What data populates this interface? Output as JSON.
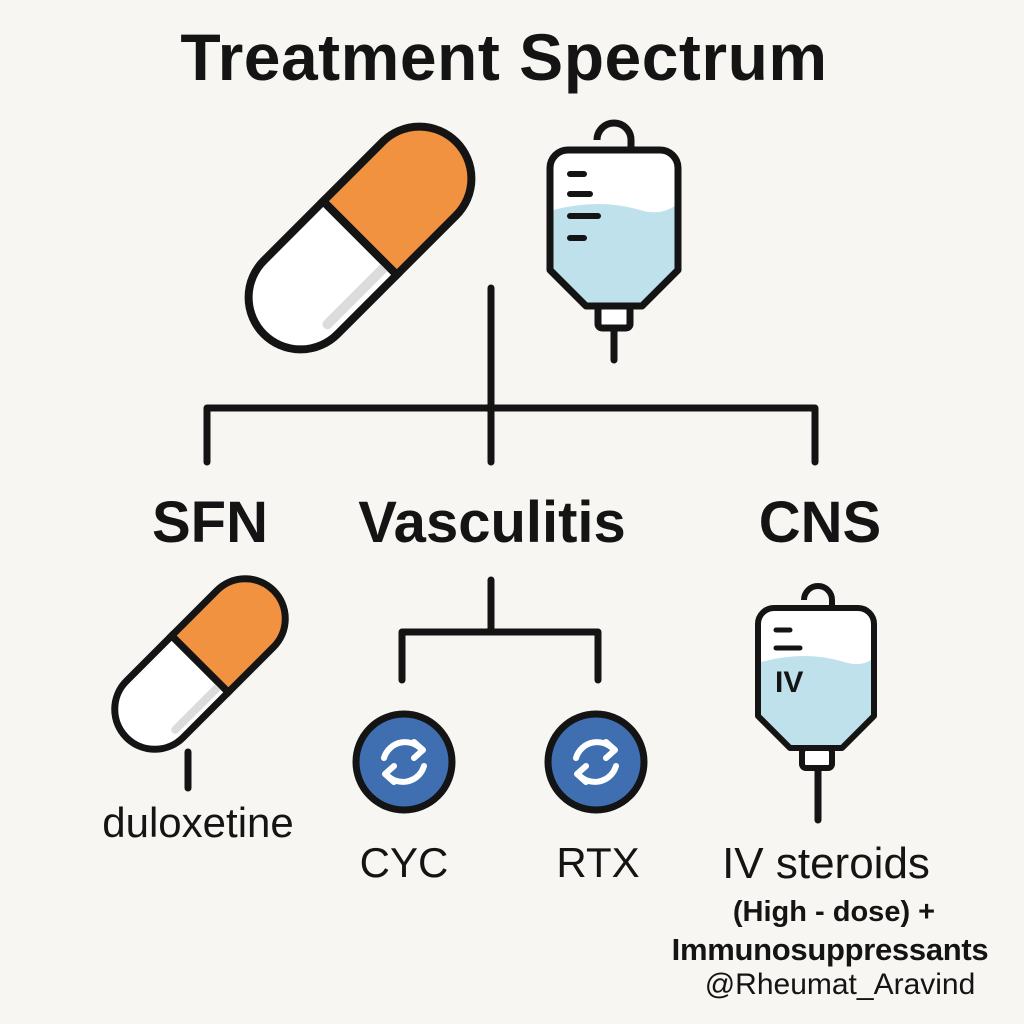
{
  "title": "Treatment Spectrum",
  "branches": {
    "sfn": {
      "label": "SFN",
      "treatment": "duloxetine"
    },
    "vasculitis": {
      "label": "Vasculitis",
      "options": [
        "CYC",
        "RTX"
      ]
    },
    "cns": {
      "label": "CNS",
      "bag_label": "IV",
      "treatment": "IV steroids",
      "note_line1": "(High - dose) +",
      "note_line2": "Immunosuppressants"
    }
  },
  "credit": "@Rheumat_Aravind",
  "colors": {
    "capsule_orange": "#f0923f",
    "fluid_blue": "#bfe1ec",
    "badge_blue": "#3f6fb0",
    "outline": "#141414"
  },
  "icons": [
    "capsule-icon",
    "iv-bag-icon",
    "cycle-arrows-icon"
  ]
}
